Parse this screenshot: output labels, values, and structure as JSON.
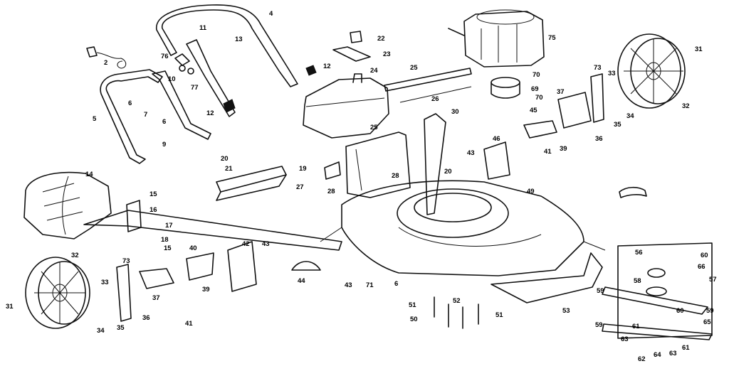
{
  "callouts": [
    {
      "id": "c2",
      "text": "2"
    },
    {
      "id": "c4",
      "text": "4"
    },
    {
      "id": "c5",
      "text": "5"
    },
    {
      "id": "c6a",
      "text": "6"
    },
    {
      "id": "c6b",
      "text": "6"
    },
    {
      "id": "c6c",
      "text": "6"
    },
    {
      "id": "c7",
      "text": "7"
    },
    {
      "id": "c9",
      "text": "9"
    },
    {
      "id": "c10",
      "text": "10"
    },
    {
      "id": "c11",
      "text": "11"
    },
    {
      "id": "c12a",
      "text": "12"
    },
    {
      "id": "c12b",
      "text": "12"
    },
    {
      "id": "c13",
      "text": "13"
    },
    {
      "id": "c14",
      "text": "14"
    },
    {
      "id": "c15a",
      "text": "15"
    },
    {
      "id": "c15b",
      "text": "15"
    },
    {
      "id": "c16",
      "text": "16"
    },
    {
      "id": "c17",
      "text": "17"
    },
    {
      "id": "c18",
      "text": "18"
    },
    {
      "id": "c19",
      "text": "19"
    },
    {
      "id": "c20a",
      "text": "20"
    },
    {
      "id": "c20b",
      "text": "20"
    },
    {
      "id": "c21",
      "text": "21"
    },
    {
      "id": "c22",
      "text": "22"
    },
    {
      "id": "c23",
      "text": "23"
    },
    {
      "id": "c24",
      "text": "24"
    },
    {
      "id": "c25a",
      "text": "25"
    },
    {
      "id": "c25b",
      "text": "25"
    },
    {
      "id": "c26",
      "text": "26"
    },
    {
      "id": "c27",
      "text": "27"
    },
    {
      "id": "c28a",
      "text": "28"
    },
    {
      "id": "c28b",
      "text": "28"
    },
    {
      "id": "c30",
      "text": "30"
    },
    {
      "id": "c31a",
      "text": "31"
    },
    {
      "id": "c31b",
      "text": "31"
    },
    {
      "id": "c32a",
      "text": "32"
    },
    {
      "id": "c32b",
      "text": "32"
    },
    {
      "id": "c33a",
      "text": "33"
    },
    {
      "id": "c33b",
      "text": "33"
    },
    {
      "id": "c34a",
      "text": "34"
    },
    {
      "id": "c34b",
      "text": "34"
    },
    {
      "id": "c35a",
      "text": "35"
    },
    {
      "id": "c35b",
      "text": "35"
    },
    {
      "id": "c36a",
      "text": "36"
    },
    {
      "id": "c36b",
      "text": "36"
    },
    {
      "id": "c37a",
      "text": "37"
    },
    {
      "id": "c37b",
      "text": "37"
    },
    {
      "id": "c39a",
      "text": "39"
    },
    {
      "id": "c39b",
      "text": "39"
    },
    {
      "id": "c40",
      "text": "40"
    },
    {
      "id": "c41a",
      "text": "41"
    },
    {
      "id": "c41b",
      "text": "41"
    },
    {
      "id": "c42",
      "text": "42"
    },
    {
      "id": "c43a",
      "text": "43"
    },
    {
      "id": "c43b",
      "text": "43"
    },
    {
      "id": "c43c",
      "text": "43"
    },
    {
      "id": "c44",
      "text": "44"
    },
    {
      "id": "c45",
      "text": "45"
    },
    {
      "id": "c46",
      "text": "46"
    },
    {
      "id": "c49",
      "text": "49"
    },
    {
      "id": "c50",
      "text": "50"
    },
    {
      "id": "c51a",
      "text": "51"
    },
    {
      "id": "c51b",
      "text": "51"
    },
    {
      "id": "c52",
      "text": "52"
    },
    {
      "id": "c53",
      "text": "53"
    },
    {
      "id": "c56",
      "text": "56"
    },
    {
      "id": "c57",
      "text": "57"
    },
    {
      "id": "c58",
      "text": "58"
    },
    {
      "id": "c59a",
      "text": "59"
    },
    {
      "id": "c59b",
      "text": "59"
    },
    {
      "id": "c59c",
      "text": "59"
    },
    {
      "id": "c60a",
      "text": "60"
    },
    {
      "id": "c60b",
      "text": "60"
    },
    {
      "id": "c61a",
      "text": "61"
    },
    {
      "id": "c61b",
      "text": "61"
    },
    {
      "id": "c62",
      "text": "62"
    },
    {
      "id": "c63a",
      "text": "63"
    },
    {
      "id": "c63b",
      "text": "63"
    },
    {
      "id": "c64",
      "text": "64"
    },
    {
      "id": "c65",
      "text": "65"
    },
    {
      "id": "c66",
      "text": "66"
    },
    {
      "id": "c69",
      "text": "69"
    },
    {
      "id": "c70a",
      "text": "70"
    },
    {
      "id": "c70b",
      "text": "70"
    },
    {
      "id": "c71",
      "text": "71"
    },
    {
      "id": "c73a",
      "text": "73"
    },
    {
      "id": "c73b",
      "text": "73"
    },
    {
      "id": "c75",
      "text": "75"
    },
    {
      "id": "c76",
      "text": "76"
    },
    {
      "id": "c77",
      "text": "77"
    }
  ]
}
